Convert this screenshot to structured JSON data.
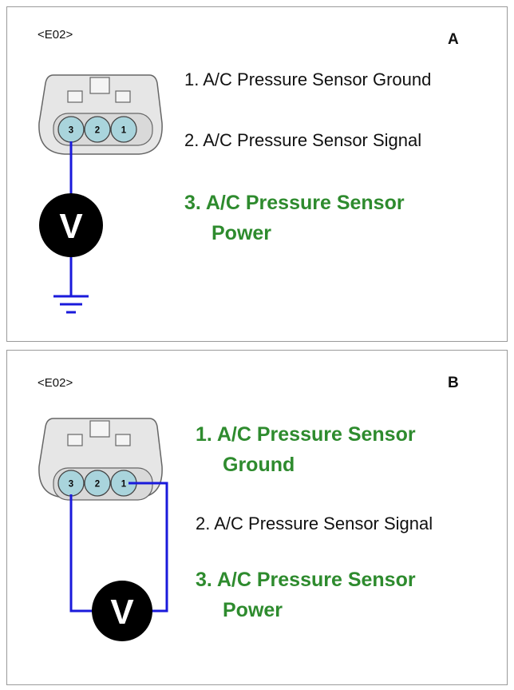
{
  "panels": [
    {
      "letter": "A",
      "connector": "<E02>",
      "pins": [
        {
          "number": "1",
          "label": "1. A/C Pressure Sensor Ground",
          "highlighted": false
        },
        {
          "number": "2",
          "label": "2. A/C Pressure Sensor Signal",
          "highlighted": false
        },
        {
          "number": "3",
          "label_line1": "3. A/C Pressure Sensor",
          "label_line2": "Power",
          "highlighted": true
        }
      ],
      "meter": "V"
    },
    {
      "letter": "B",
      "connector": "<E02>",
      "pins": [
        {
          "number": "1",
          "label_line1": "1. A/C Pressure Sensor",
          "label_line2": "Ground",
          "highlighted": true
        },
        {
          "number": "2",
          "label": "2. A/C Pressure Sensor Signal",
          "highlighted": false
        },
        {
          "number": "3",
          "label_line1": "3. A/C Pressure Sensor",
          "label_line2": "Power",
          "highlighted": true
        }
      ],
      "meter": "V"
    }
  ],
  "colors": {
    "highlight": "#2e8b2e",
    "wire": "#1a1adb",
    "pin_fill": "#a9d4dc",
    "connector_fill": "#e6e6e6",
    "meter_fill": "#000000"
  }
}
